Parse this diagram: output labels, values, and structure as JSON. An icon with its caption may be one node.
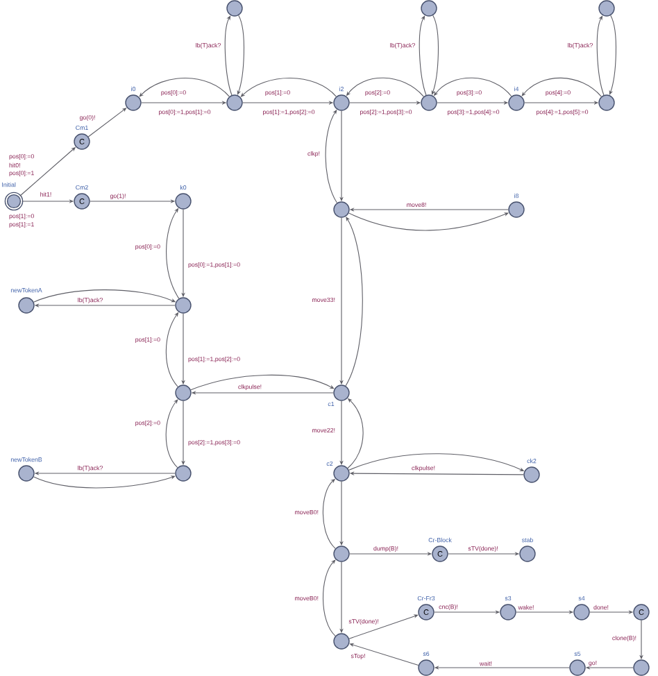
{
  "diagram": {
    "nodes": [
      {
        "text": [
          "Initial"
        ]
      },
      {
        "text": [
          "Cm1",
          "C"
        ]
      },
      {
        "text": [
          "Cm2",
          "C"
        ]
      },
      {
        "text": [
          "i0"
        ]
      },
      {
        "text": [],
        "shape": "circle"
      },
      {
        "text": [
          "i2"
        ]
      },
      {
        "text": [],
        "shape": "circle"
      },
      {
        "text": [
          "i4"
        ]
      },
      {
        "text": [],
        "shape": "circle"
      },
      {
        "text": [],
        "shape": "circle"
      },
      {
        "text": [],
        "shape": "circle"
      },
      {
        "text": [],
        "shape": "circle"
      },
      {
        "text": [],
        "shape": "circle"
      },
      {
        "text": [
          "i8"
        ]
      },
      {
        "text": [
          "k0"
        ]
      },
      {
        "text": [],
        "shape": "circle"
      },
      {
        "text": [
          "newTokenA"
        ]
      },
      {
        "text": [],
        "shape": "circle"
      },
      {
        "text": [],
        "shape": "circle"
      },
      {
        "text": [
          "newTokenB"
        ]
      },
      {
        "text": [
          "c1"
        ]
      },
      {
        "text": [
          "c2"
        ]
      },
      {
        "text": [
          "ck2"
        ]
      },
      {
        "text": [],
        "shape": "circle"
      },
      {
        "text": [
          "Cr-Block",
          "C"
        ]
      },
      {
        "text": [
          "stab"
        ]
      },
      {
        "text": [],
        "shape": "circle"
      },
      {
        "text": [
          "Cr-Fr3",
          "C"
        ]
      },
      {
        "text": [
          "s3"
        ]
      },
      {
        "text": [
          "s4"
        ]
      },
      {
        "text": [
          "C"
        ]
      },
      {
        "text": [],
        "shape": "circle"
      },
      {
        "text": [
          "s5"
        ]
      },
      {
        "text": [
          "s6"
        ]
      }
    ],
    "edges": [
      {
        "from": 0,
        "to": 1,
        "arrow": "to",
        "label": "hit0!"
      },
      {
        "from": 0,
        "to": 2,
        "arrow": "to",
        "label": "hit1!"
      },
      {
        "from": 1,
        "to": 3,
        "arrow": "to",
        "label": "go(0)!"
      },
      {
        "from": 2,
        "to": 14,
        "arrow": "to",
        "label": "go(1)!"
      },
      {
        "from": 3,
        "to": 4,
        "arrow": "to",
        "label": "pos[0]:=1,pos[1]:=0"
      },
      {
        "from": 4,
        "to": 3,
        "arrow": "to",
        "label": "pos[0]:=0"
      },
      {
        "from": 4,
        "to": 5,
        "arrow": "to",
        "label": "pos[1]:=1,pos[2]:=0"
      },
      {
        "from": 5,
        "to": 4,
        "arrow": "to",
        "label": "pos[1]:=0"
      },
      {
        "from": 5,
        "to": 6,
        "arrow": "to",
        "label": "pos[2]:=1,pos[3]:=0"
      },
      {
        "from": 6,
        "to": 5,
        "arrow": "to",
        "label": "pos[2]:=0"
      },
      {
        "from": 6,
        "to": 7,
        "arrow": "to",
        "label": "pos[3]:=1,pos[4]:=0"
      },
      {
        "from": 7,
        "to": 6,
        "arrow": "to",
        "label": "pos[3]:=0"
      },
      {
        "from": 7,
        "to": 8,
        "arrow": "to",
        "label": "pos[4]:=1,pos[5]:=0"
      },
      {
        "from": 8,
        "to": 7,
        "arrow": "to",
        "label": "pos[4]:=0"
      },
      {
        "from": 4,
        "to": 9,
        "arrow": "to",
        "label": "lb(T)ack?"
      },
      {
        "from": 9,
        "to": 4,
        "arrow": "to"
      },
      {
        "from": 6,
        "to": 10,
        "arrow": "to",
        "label": "lb(T)ack?"
      },
      {
        "from": 10,
        "to": 6,
        "arrow": "to"
      },
      {
        "from": 8,
        "to": 11,
        "arrow": "to",
        "label": "lb(T)ack?"
      },
      {
        "from": 11,
        "to": 8,
        "arrow": "to"
      },
      {
        "from": 5,
        "to": 12,
        "arrow": "to"
      },
      {
        "from": 12,
        "to": 5,
        "arrow": "to",
        "label": "clkp!"
      },
      {
        "from": 13,
        "to": 12,
        "arrow": "to",
        "label": "move8!"
      },
      {
        "from": 12,
        "to": 13,
        "arrow": "to"
      },
      {
        "from": 12,
        "to": 20,
        "arrow": "to",
        "label": "move33!"
      },
      {
        "from": 20,
        "to": 12,
        "arrow": "to"
      },
      {
        "from": 14,
        "to": 15,
        "arrow": "to",
        "label": "pos[0]:=1,pos[1]:=0"
      },
      {
        "from": 15,
        "to": 14,
        "arrow": "to",
        "label": "pos[0]:=0"
      },
      {
        "from": 15,
        "to": 16,
        "arrow": "to",
        "label": "lb(T)ack?"
      },
      {
        "from": 16,
        "to": 15,
        "arrow": "to"
      },
      {
        "from": 15,
        "to": 17,
        "arrow": "to",
        "label": "pos[1]:=1,pos[2]:=0"
      },
      {
        "from": 17,
        "to": 15,
        "arrow": "to",
        "label": "pos[1]:=0"
      },
      {
        "from": 17,
        "to": 18,
        "arrow": "to",
        "label": "pos[2]:=1,pos[3]:=0"
      },
      {
        "from": 18,
        "to": 17,
        "arrow": "to",
        "label": "pos[2]:=0"
      },
      {
        "from": 18,
        "to": 19,
        "arrow": "to",
        "label": "lb(T)ack?"
      },
      {
        "from": 19,
        "to": 18,
        "arrow": "to"
      },
      {
        "from": 20,
        "to": 17,
        "arrow": "to",
        "label": "clkpulse!"
      },
      {
        "from": 17,
        "to": 20,
        "arrow": "to"
      },
      {
        "from": 20,
        "to": 21,
        "arrow": "to",
        "label": "move22!"
      },
      {
        "from": 21,
        "to": 20,
        "arrow": "to"
      },
      {
        "from": 22,
        "to": 21,
        "arrow": "to",
        "label": "clkpulse!"
      },
      {
        "from": 21,
        "to": 22,
        "arrow": "to"
      },
      {
        "from": 21,
        "to": 23,
        "arrow": "to"
      },
      {
        "from": 23,
        "to": 21,
        "arrow": "to",
        "label": "moveB0!"
      },
      {
        "from": 23,
        "to": 24,
        "arrow": "to",
        "label": "dump(B)!"
      },
      {
        "from": 24,
        "to": 25,
        "arrow": "to",
        "label": "sTV(done)!"
      },
      {
        "from": 23,
        "to": 26,
        "arrow": "to"
      },
      {
        "from": 26,
        "to": 23,
        "arrow": "to",
        "label": "moveB0!"
      },
      {
        "from": 26,
        "to": 27,
        "arrow": "to",
        "label": "sTV(done)!"
      },
      {
        "from": 27,
        "to": 28,
        "arrow": "to",
        "label": "cnc(B)!"
      },
      {
        "from": 28,
        "to": 29,
        "arrow": "to",
        "label": "wake!"
      },
      {
        "from": 29,
        "to": 30,
        "arrow": "to",
        "label": "done!"
      },
      {
        "from": 30,
        "to": 31,
        "arrow": "to",
        "label": "clone(B)!"
      },
      {
        "from": 31,
        "to": 32,
        "arrow": "to",
        "label": "go!"
      },
      {
        "from": 32,
        "to": 33,
        "arrow": "to",
        "label": "wait!"
      },
      {
        "from": 33,
        "to": 26,
        "arrow": "to",
        "label": "sTop!"
      }
    ],
    "labels": [
      "pos[0]:=0",
      "pos[0]:=1",
      "pos[1]:=0",
      "pos[1]:=1"
    ]
  }
}
